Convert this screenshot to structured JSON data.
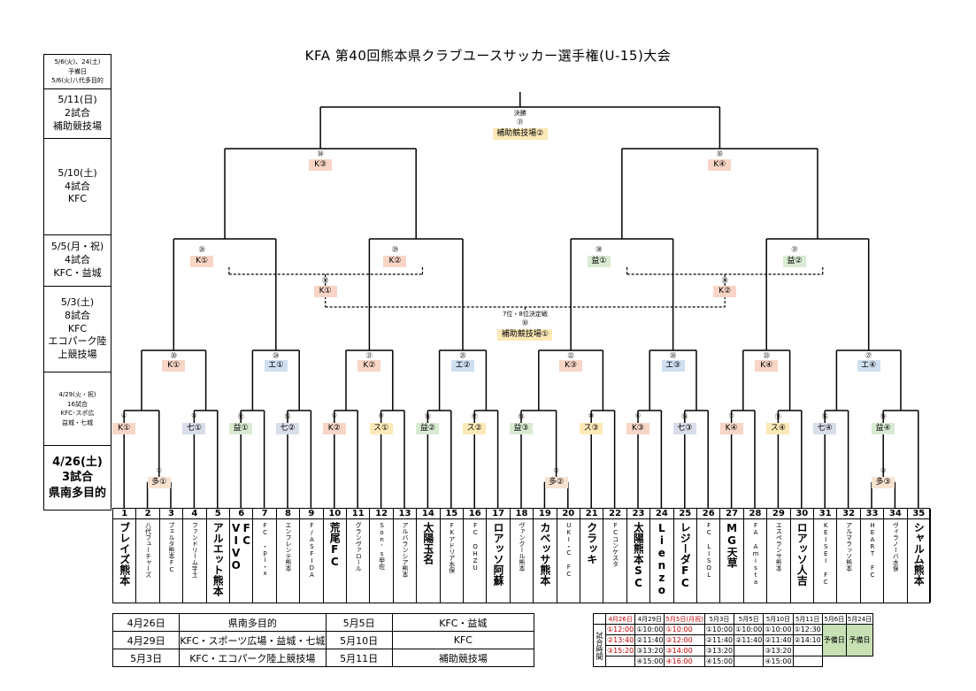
{
  "title": "KFA 第40回熊本県クラブユースサッカー選手権(U-15)大会",
  "schedule": [
    {
      "text": "5/6(火)、24(土)\n予備日\n5/6(火)八代多目的",
      "size": "small"
    },
    {
      "text": "5/11(日)\n2試合\n補助競技場",
      "size": "normal"
    },
    {
      "text": "5/10(土)\n4試合\nKFC",
      "size": "normal"
    },
    {
      "text": "5/5(月・祝)\n4試合\nKFC・益城",
      "size": "normal"
    },
    {
      "text": "5/3(土)\n8試合\nKFC\nエコパーク陸\n上競技場",
      "size": "normal"
    },
    {
      "text": "4/29(火・祝)\n16試合\nKFC･スポ広\n益城・七城",
      "size": "small"
    },
    {
      "text": "4/26(土)\n3試合\n県南多目的",
      "size": "big"
    }
  ],
  "final": {
    "label": "決勝",
    "num": "㉛",
    "venue": "補助競技場②"
  },
  "third": {
    "label": "7位・8位決定戦",
    "num": "㉚",
    "venue": "補助競技場①"
  },
  "matches": {
    "m34": {
      "num": "㉞",
      "venue": "K③"
    },
    "m35": {
      "num": "㉟",
      "venue": "K④"
    },
    "m28": {
      "num": "㉘",
      "venue": "K①"
    },
    "m29": {
      "num": "㉙",
      "venue": "K②"
    },
    "m30": {
      "num": "㉚",
      "venue": "益①"
    },
    "m31": {
      "num": "㉛",
      "venue": "益②"
    },
    "m32": {
      "num": "㉜",
      "venue": "K①"
    },
    "m33": {
      "num": "㉝",
      "venue": "K②"
    },
    "m20": {
      "num": "⑳",
      "venue": "K①"
    },
    "m24": {
      "num": "㉔",
      "venue": "エ①"
    },
    "m21": {
      "num": "㉑",
      "venue": "K②"
    },
    "m25": {
      "num": "㉕",
      "venue": "エ②"
    },
    "m22": {
      "num": "㉒",
      "venue": "K③"
    },
    "m26": {
      "num": "㉖",
      "venue": "エ③"
    },
    "m23": {
      "num": "㉓",
      "venue": "K④"
    },
    "m27": {
      "num": "㉗",
      "venue": "エ④"
    }
  },
  "r1": [
    {
      "num": "④",
      "venue": "K①",
      "c": "k"
    },
    {
      "num": "⑧",
      "venue": "七①",
      "c": "na"
    },
    {
      "num": "⑫",
      "venue": "益①",
      "c": "ma"
    },
    {
      "num": "⑯",
      "venue": "七②",
      "c": "na"
    },
    {
      "num": "⑤",
      "venue": "K②",
      "c": "k"
    },
    {
      "num": "⑨",
      "venue": "ス①",
      "c": "su"
    },
    {
      "num": "⑬",
      "venue": "益②",
      "c": "ma"
    },
    {
      "num": "⑰",
      "venue": "ス②",
      "c": "su"
    },
    {
      "num": "⑭",
      "venue": "益③",
      "c": "ma"
    },
    {
      "num": "⑩",
      "venue": "ス③",
      "c": "su"
    },
    {
      "num": "⑥",
      "venue": "K③",
      "c": "k"
    },
    {
      "num": "⑱",
      "venue": "七③",
      "c": "na"
    },
    {
      "num": "⑦",
      "venue": "K④",
      "c": "k"
    },
    {
      "num": "⑪",
      "venue": "ス④",
      "c": "su"
    },
    {
      "num": "⑮",
      "venue": "七④",
      "c": "na"
    },
    {
      "num": "⑲",
      "venue": "益④",
      "c": "ma"
    }
  ],
  "r0": [
    {
      "num": "①",
      "venue": "多①"
    },
    {
      "num": "②",
      "venue": "多②"
    },
    {
      "num": "③",
      "venue": "多③"
    }
  ],
  "teams": [
    {
      "n": "1",
      "name": "ブレイズ熊本",
      "big": true
    },
    {
      "n": "2",
      "name": "八代フューチャーズ",
      "big": false
    },
    {
      "n": "3",
      "name": "ブェルタ熊本FC",
      "big": false
    },
    {
      "n": "4",
      "name": "ファンドリーム宇土",
      "big": false
    },
    {
      "n": "5",
      "name": "アルエット熊本",
      "big": true
    },
    {
      "n": "6",
      "name": "FC VIVO",
      "big": true
    },
    {
      "n": "7",
      "name": "FC ・pi・x",
      "big": false
    },
    {
      "n": "8",
      "name": "エンフレンテ熊本",
      "big": false
    },
    {
      "n": "9",
      "name": "F/ASFIDA",
      "big": false
    },
    {
      "n": "10",
      "name": "荒尾FC",
      "big": true
    },
    {
      "n": "11",
      "name": "グランヴァロール",
      "big": false
    },
    {
      "n": "12",
      "name": "Son's甲佐",
      "big": false
    },
    {
      "n": "13",
      "name": "アルバランシア熊本",
      "big": false
    },
    {
      "n": "14",
      "name": "太陽玉名",
      "big": true
    },
    {
      "n": "15",
      "name": "FKアドリア水俣",
      "big": false
    },
    {
      "n": "16",
      "name": "FC OHZU",
      "big": false
    },
    {
      "n": "17",
      "name": "ロアッソ阿蘇",
      "big": true
    },
    {
      "n": "18",
      "name": "ヴァンクール熊本",
      "big": false
    },
    {
      "n": "19",
      "name": "カベッサ熊本",
      "big": true
    },
    {
      "n": "20",
      "name": "UKI・C FC",
      "big": false
    },
    {
      "n": "21",
      "name": "クラッキ",
      "big": true
    },
    {
      "n": "22",
      "name": "FCコンケスタ",
      "big": false
    },
    {
      "n": "23",
      "name": "太陽熊本SC",
      "big": true
    },
    {
      "n": "24",
      "name": "Lienzo",
      "big": true
    },
    {
      "n": "25",
      "name": "レジーダFC",
      "big": true
    },
    {
      "n": "26",
      "name": "FC LISOL",
      "big": false
    },
    {
      "n": "27",
      "name": "MG天草",
      "big": true
    },
    {
      "n": "28",
      "name": "FA Amista",
      "big": false
    },
    {
      "n": "29",
      "name": "エスペランサ熊本",
      "big": false
    },
    {
      "n": "30",
      "name": "ロアッソ人吉",
      "big": true
    },
    {
      "n": "31",
      "name": "KEISEI FC",
      "big": false
    },
    {
      "n": "32",
      "name": "アルマラッソ熊本",
      "big": false
    },
    {
      "n": "33",
      "name": "HEART FC",
      "big": false
    },
    {
      "n": "34",
      "name": "ヴィラノーバ水俣",
      "big": false
    },
    {
      "n": "35",
      "name": "シャルム熊本",
      "big": true
    }
  ],
  "venues": [
    [
      "4月26日",
      "県南多目的",
      "5月5日",
      "KFC・益城"
    ],
    [
      "4月29日",
      "KFC・スポーツ広場・益城・七城",
      "5月10日",
      "KFC"
    ],
    [
      "5月3日",
      "KFC・エコパーク陸上競技場",
      "5月11日",
      "補助競技場"
    ]
  ],
  "times": {
    "label": "試合時間",
    "heads": [
      "4月26日",
      "4月29日",
      "5月5日(月祝)",
      "5月3日",
      "5月5日",
      "5月10日",
      "5月11日",
      "5月6日",
      "5月24日"
    ],
    "rows": [
      [
        "①12:00",
        "①10:00",
        "①10:00",
        "①10:00",
        "①10:00",
        "①10:00",
        "①12:30"
      ],
      [
        "②13:40",
        "②11:40",
        "②12:00",
        "②11:40",
        "②11:40",
        "②11:40",
        "②14:10"
      ],
      [
        "③15:20",
        "③13:20",
        "③14:00",
        "③13:20",
        "",
        "③13:20",
        ""
      ],
      [
        "",
        "④15:00",
        "④16:00",
        "④15:00",
        "",
        "④15:00",
        ""
      ]
    ],
    "spare": "予備日",
    "red": "#c00000",
    "green": "#c6e0b4"
  }
}
